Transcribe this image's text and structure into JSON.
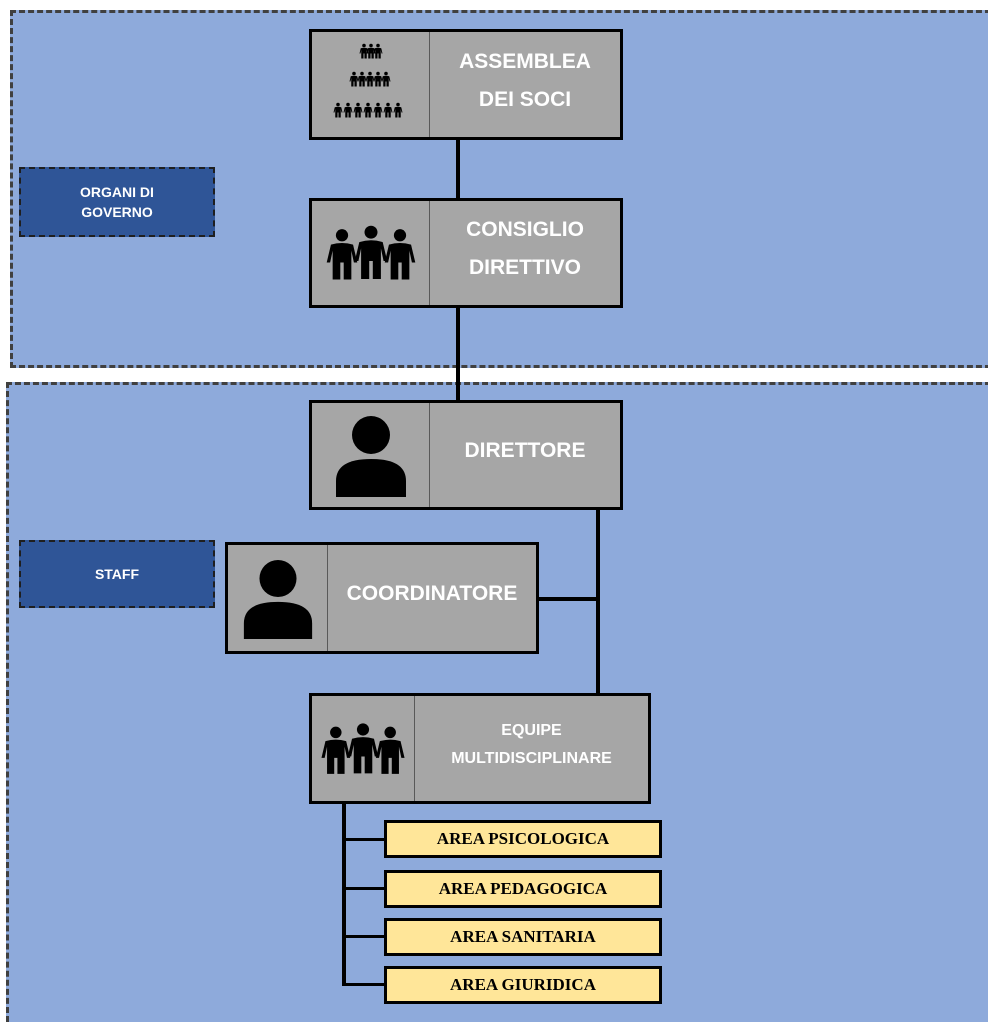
{
  "groups": {
    "governo": {
      "label_line1": "ORGANI DI",
      "label_line2": "GOVERNO"
    },
    "staff": {
      "label": "STAFF"
    }
  },
  "nodes": {
    "assemblea": {
      "line1": "ASSEMBLEA",
      "line2": "DEI SOCI",
      "icon": "crowd-pyramid-icon"
    },
    "consiglio": {
      "line1": "CONSIGLIO",
      "line2": "DIRETTIVO",
      "icon": "three-people-icon"
    },
    "direttore": {
      "label": "DIRETTORE",
      "icon": "person-icon"
    },
    "coordinatore": {
      "label": "COORDINATORE",
      "icon": "person-icon"
    },
    "equipe": {
      "line1": "EQUIPE",
      "line2": "MULTIDISCIPLINARE",
      "icon": "three-people-icon"
    }
  },
  "areas": [
    "AREA PSICOLOGICA",
    "AREA PEDAGOGICA",
    "AREA SANITARIA",
    "AREA GIURIDICA"
  ],
  "colors": {
    "zone": "#8eaadb",
    "group_tag": "#2f5597",
    "node": "#a6a6a6",
    "area": "#ffe699"
  }
}
